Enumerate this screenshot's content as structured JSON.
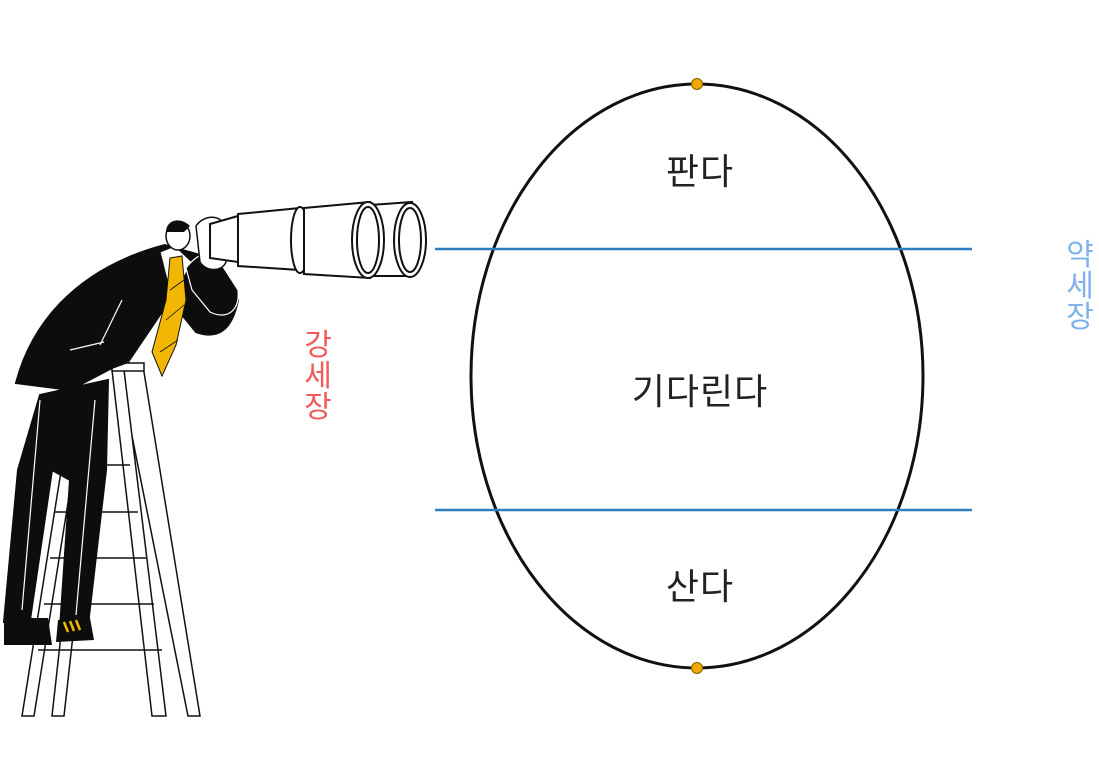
{
  "zones": {
    "top": "판다",
    "middle": "기다린다",
    "bottom": "산다"
  },
  "side_labels": {
    "strong_market": [
      "강",
      "세",
      "장"
    ],
    "weak_market": [
      "약",
      "세",
      "장"
    ]
  },
  "colors": {
    "strong_market": "#f05a5a",
    "weak_market": "#7fb2ea",
    "threshold_line": "#2d7fc1",
    "ellipse_stroke": "#111111",
    "marker": "#f0a800",
    "tie": "#f2b705",
    "suit": "#0d0d0d"
  },
  "illustration": {
    "subject": "man-on-ladder-with-binoculars",
    "icons": [
      "binoculars-icon",
      "ladder-icon"
    ]
  }
}
